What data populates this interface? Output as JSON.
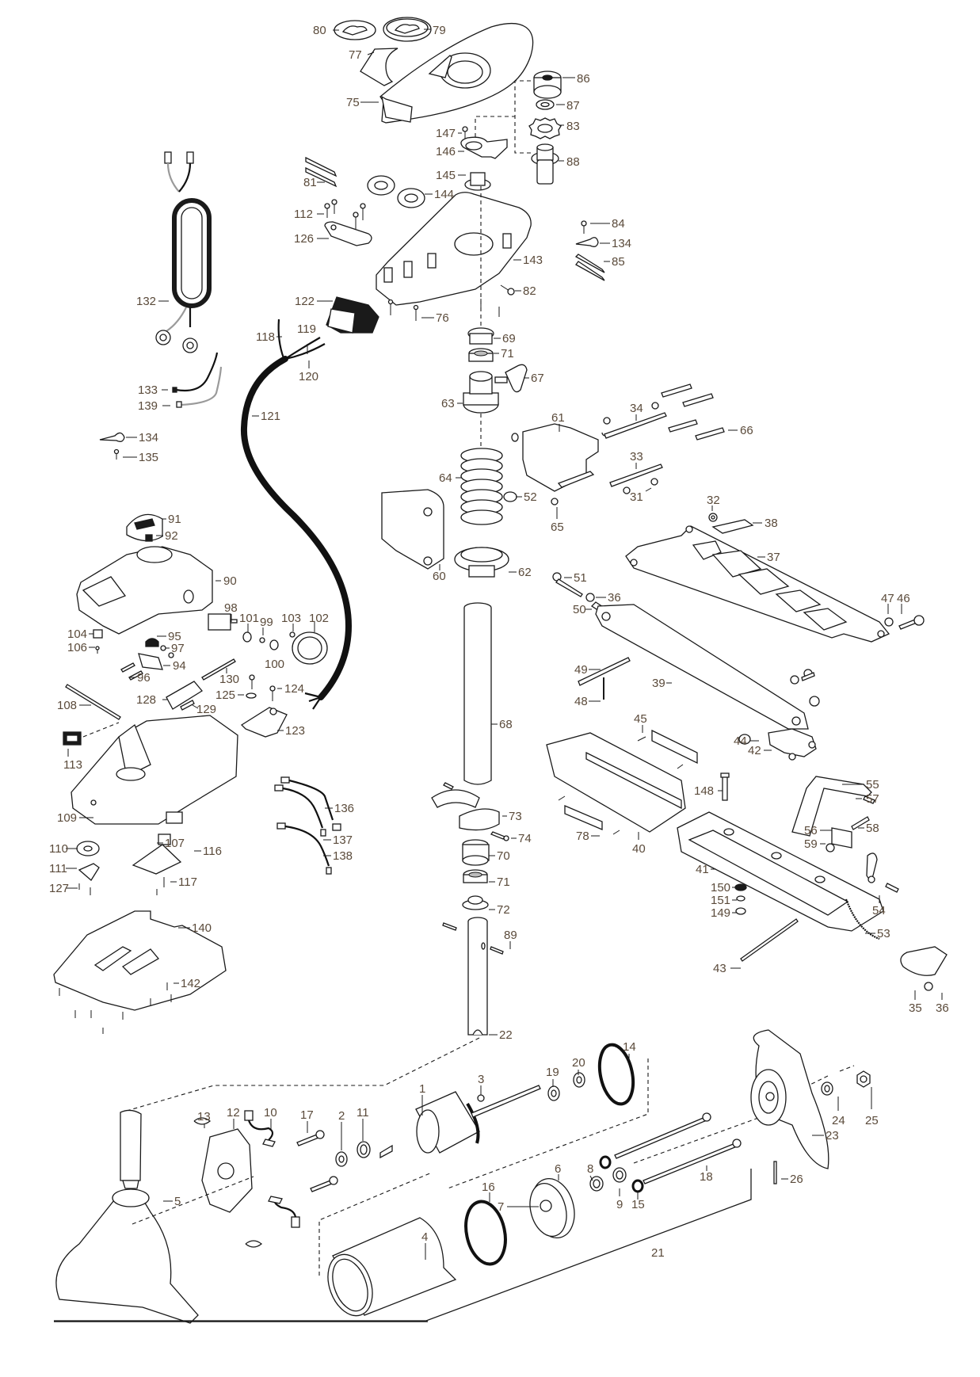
{
  "diagram": {
    "type": "exploded-parts-diagram",
    "subject": "Trolling motor (bow mount) exploded view",
    "colors": {
      "ink": "#1a1a1a",
      "label": "#5a4a3a",
      "background": "#ffffff",
      "accessory_wire": "#9a9a9a"
    },
    "groups": {
      "control_head_cover": [
        "75",
        "77",
        "79",
        "80",
        "86",
        "87",
        "83",
        "88",
        "147",
        "146",
        "145",
        "144",
        "81"
      ],
      "control_head_base": [
        "112",
        "126",
        "143",
        "84",
        "134",
        "85",
        "82",
        "76",
        "122"
      ],
      "wiring": [
        "132",
        "118",
        "119",
        "120",
        "121",
        "133",
        "139",
        "134",
        "135",
        "136",
        "137",
        "138"
      ],
      "shaft_column": [
        "69",
        "71",
        "67",
        "63",
        "64",
        "52",
        "60",
        "62",
        "68",
        "73",
        "74",
        "70",
        "72",
        "89",
        "22"
      ],
      "mount_bracket": [
        "61",
        "34",
        "66",
        "33",
        "31",
        "65",
        "32",
        "38",
        "37",
        "51",
        "36",
        "50",
        "47",
        "46",
        "49",
        "48",
        "39",
        "44",
        "42",
        "45",
        "40",
        "78",
        "148",
        "55",
        "57",
        "56",
        "58",
        "59",
        "41",
        "54",
        "150",
        "151",
        "149",
        "53",
        "43",
        "35"
      ],
      "foot_pedal": [
        "91",
        "92",
        "90",
        "98",
        "101",
        "99",
        "103",
        "102",
        "104",
        "95",
        "106",
        "97",
        "94",
        "100",
        "96",
        "130",
        "125",
        "124",
        "108",
        "128",
        "129",
        "123",
        "113",
        "109",
        "107",
        "116",
        "110",
        "111",
        "117",
        "127",
        "140",
        "142"
      ],
      "lower_unit": [
        "5",
        "13",
        "12",
        "10",
        "17",
        "2",
        "11",
        "1",
        "3",
        "19",
        "20",
        "14",
        "4",
        "16",
        "7",
        "6",
        "8",
        "9",
        "15",
        "18",
        "21",
        "23",
        "24",
        "25",
        "26"
      ]
    },
    "labels": [
      {
        "id": "l80",
        "text": "80"
      },
      {
        "id": "l79",
        "text": "79"
      },
      {
        "id": "l77",
        "text": "77"
      },
      {
        "id": "l75",
        "text": "75"
      },
      {
        "id": "l86",
        "text": "86"
      },
      {
        "id": "l87",
        "text": "87"
      },
      {
        "id": "l83",
        "text": "83"
      },
      {
        "id": "l88",
        "text": "88"
      },
      {
        "id": "l147",
        "text": "147"
      },
      {
        "id": "l146",
        "text": "146"
      },
      {
        "id": "l145",
        "text": "145"
      },
      {
        "id": "l144",
        "text": "144"
      },
      {
        "id": "l81",
        "text": "81"
      },
      {
        "id": "l112",
        "text": "112"
      },
      {
        "id": "l126",
        "text": "126"
      },
      {
        "id": "l143",
        "text": "143"
      },
      {
        "id": "l84",
        "text": "84"
      },
      {
        "id": "l134a",
        "text": "134"
      },
      {
        "id": "l85",
        "text": "85"
      },
      {
        "id": "l82",
        "text": "82"
      },
      {
        "id": "l122",
        "text": "122"
      },
      {
        "id": "l76",
        "text": "76"
      },
      {
        "id": "l132",
        "text": "132"
      },
      {
        "id": "l118",
        "text": "118"
      },
      {
        "id": "l119",
        "text": "119"
      },
      {
        "id": "l120",
        "text": "120"
      },
      {
        "id": "l121",
        "text": "121"
      },
      {
        "id": "l69",
        "text": "69"
      },
      {
        "id": "l71a",
        "text": "71"
      },
      {
        "id": "l67",
        "text": "67"
      },
      {
        "id": "l63",
        "text": "63"
      },
      {
        "id": "l133",
        "text": "133"
      },
      {
        "id": "l139",
        "text": "139"
      },
      {
        "id": "l134b",
        "text": "134"
      },
      {
        "id": "l135",
        "text": "135"
      },
      {
        "id": "l61",
        "text": "61"
      },
      {
        "id": "l34",
        "text": "34"
      },
      {
        "id": "l66",
        "text": "66"
      },
      {
        "id": "l33",
        "text": "33"
      },
      {
        "id": "l31",
        "text": "31"
      },
      {
        "id": "l64",
        "text": "64"
      },
      {
        "id": "l52",
        "text": "52"
      },
      {
        "id": "l65",
        "text": "65"
      },
      {
        "id": "l32",
        "text": "32"
      },
      {
        "id": "l38",
        "text": "38"
      },
      {
        "id": "l60",
        "text": "60"
      },
      {
        "id": "l62",
        "text": "62"
      },
      {
        "id": "l37",
        "text": "37"
      },
      {
        "id": "l91",
        "text": "91"
      },
      {
        "id": "l92",
        "text": "92"
      },
      {
        "id": "l90",
        "text": "90"
      },
      {
        "id": "l51",
        "text": "51"
      },
      {
        "id": "l36a",
        "text": "36"
      },
      {
        "id": "l50",
        "text": "50"
      },
      {
        "id": "l47",
        "text": "47"
      },
      {
        "id": "l46",
        "text": "46"
      },
      {
        "id": "l98",
        "text": "98"
      },
      {
        "id": "l101",
        "text": "101"
      },
      {
        "id": "l99",
        "text": "99"
      },
      {
        "id": "l103",
        "text": "103"
      },
      {
        "id": "l102",
        "text": "102"
      },
      {
        "id": "l104",
        "text": "104"
      },
      {
        "id": "l95",
        "text": "95"
      },
      {
        "id": "l106",
        "text": "106"
      },
      {
        "id": "l97",
        "text": "97"
      },
      {
        "id": "l94",
        "text": "94"
      },
      {
        "id": "l100",
        "text": "100"
      },
      {
        "id": "l96",
        "text": "96"
      },
      {
        "id": "l130",
        "text": "130"
      },
      {
        "id": "l49",
        "text": "49"
      },
      {
        "id": "l39",
        "text": "39"
      },
      {
        "id": "l48",
        "text": "48"
      },
      {
        "id": "l125",
        "text": "125"
      },
      {
        "id": "l124",
        "text": "124"
      },
      {
        "id": "l108",
        "text": "108"
      },
      {
        "id": "l128",
        "text": "128"
      },
      {
        "id": "l129",
        "text": "129"
      },
      {
        "id": "l123",
        "text": "123"
      },
      {
        "id": "l68",
        "text": "68"
      },
      {
        "id": "l45",
        "text": "45"
      },
      {
        "id": "l44",
        "text": "44"
      },
      {
        "id": "l42",
        "text": "42"
      },
      {
        "id": "l113",
        "text": "113"
      },
      {
        "id": "l136",
        "text": "136"
      },
      {
        "id": "l55",
        "text": "55"
      },
      {
        "id": "l148",
        "text": "148"
      },
      {
        "id": "l57",
        "text": "57"
      },
      {
        "id": "l73",
        "text": "73"
      },
      {
        "id": "l109",
        "text": "109"
      },
      {
        "id": "l137",
        "text": "137"
      },
      {
        "id": "l74",
        "text": "74"
      },
      {
        "id": "l78",
        "text": "78"
      },
      {
        "id": "l40",
        "text": "40"
      },
      {
        "id": "l56",
        "text": "56"
      },
      {
        "id": "l58",
        "text": "58"
      },
      {
        "id": "l107",
        "text": "107"
      },
      {
        "id": "l138",
        "text": "138"
      },
      {
        "id": "l59",
        "text": "59"
      },
      {
        "id": "l110",
        "text": "110"
      },
      {
        "id": "l116",
        "text": "116"
      },
      {
        "id": "l70",
        "text": "70"
      },
      {
        "id": "l41",
        "text": "41"
      },
      {
        "id": "l111",
        "text": "111"
      },
      {
        "id": "l117",
        "text": "117"
      },
      {
        "id": "l71b",
        "text": "71"
      },
      {
        "id": "l150",
        "text": "150"
      },
      {
        "id": "l54",
        "text": "54"
      },
      {
        "id": "l127",
        "text": "127"
      },
      {
        "id": "l151",
        "text": "151"
      },
      {
        "id": "l72",
        "text": "72"
      },
      {
        "id": "l149",
        "text": "149"
      },
      {
        "id": "l140",
        "text": "140"
      },
      {
        "id": "l53",
        "text": "53"
      },
      {
        "id": "l89",
        "text": "89"
      },
      {
        "id": "l43",
        "text": "43"
      },
      {
        "id": "l142",
        "text": "142"
      },
      {
        "id": "l35",
        "text": "35"
      },
      {
        "id": "l36b",
        "text": "36"
      },
      {
        "id": "l22",
        "text": "22"
      },
      {
        "id": "l14",
        "text": "14"
      },
      {
        "id": "l19",
        "text": "19"
      },
      {
        "id": "l20",
        "text": "20"
      },
      {
        "id": "l3",
        "text": "3"
      },
      {
        "id": "l1",
        "text": "1"
      },
      {
        "id": "l24",
        "text": "24"
      },
      {
        "id": "l25",
        "text": "25"
      },
      {
        "id": "l23",
        "text": "23"
      },
      {
        "id": "l13",
        "text": "13"
      },
      {
        "id": "l12",
        "text": "12"
      },
      {
        "id": "l10",
        "text": "10"
      },
      {
        "id": "l17",
        "text": "17"
      },
      {
        "id": "l2",
        "text": "2"
      },
      {
        "id": "l11",
        "text": "11"
      },
      {
        "id": "l6",
        "text": "6"
      },
      {
        "id": "l8",
        "text": "8"
      },
      {
        "id": "l18",
        "text": "18"
      },
      {
        "id": "l26",
        "text": "26"
      },
      {
        "id": "l5",
        "text": "5"
      },
      {
        "id": "l16",
        "text": "16"
      },
      {
        "id": "l7",
        "text": "7"
      },
      {
        "id": "l9",
        "text": "9"
      },
      {
        "id": "l15",
        "text": "15"
      },
      {
        "id": "l4",
        "text": "4"
      },
      {
        "id": "l21",
        "text": "21"
      }
    ]
  }
}
